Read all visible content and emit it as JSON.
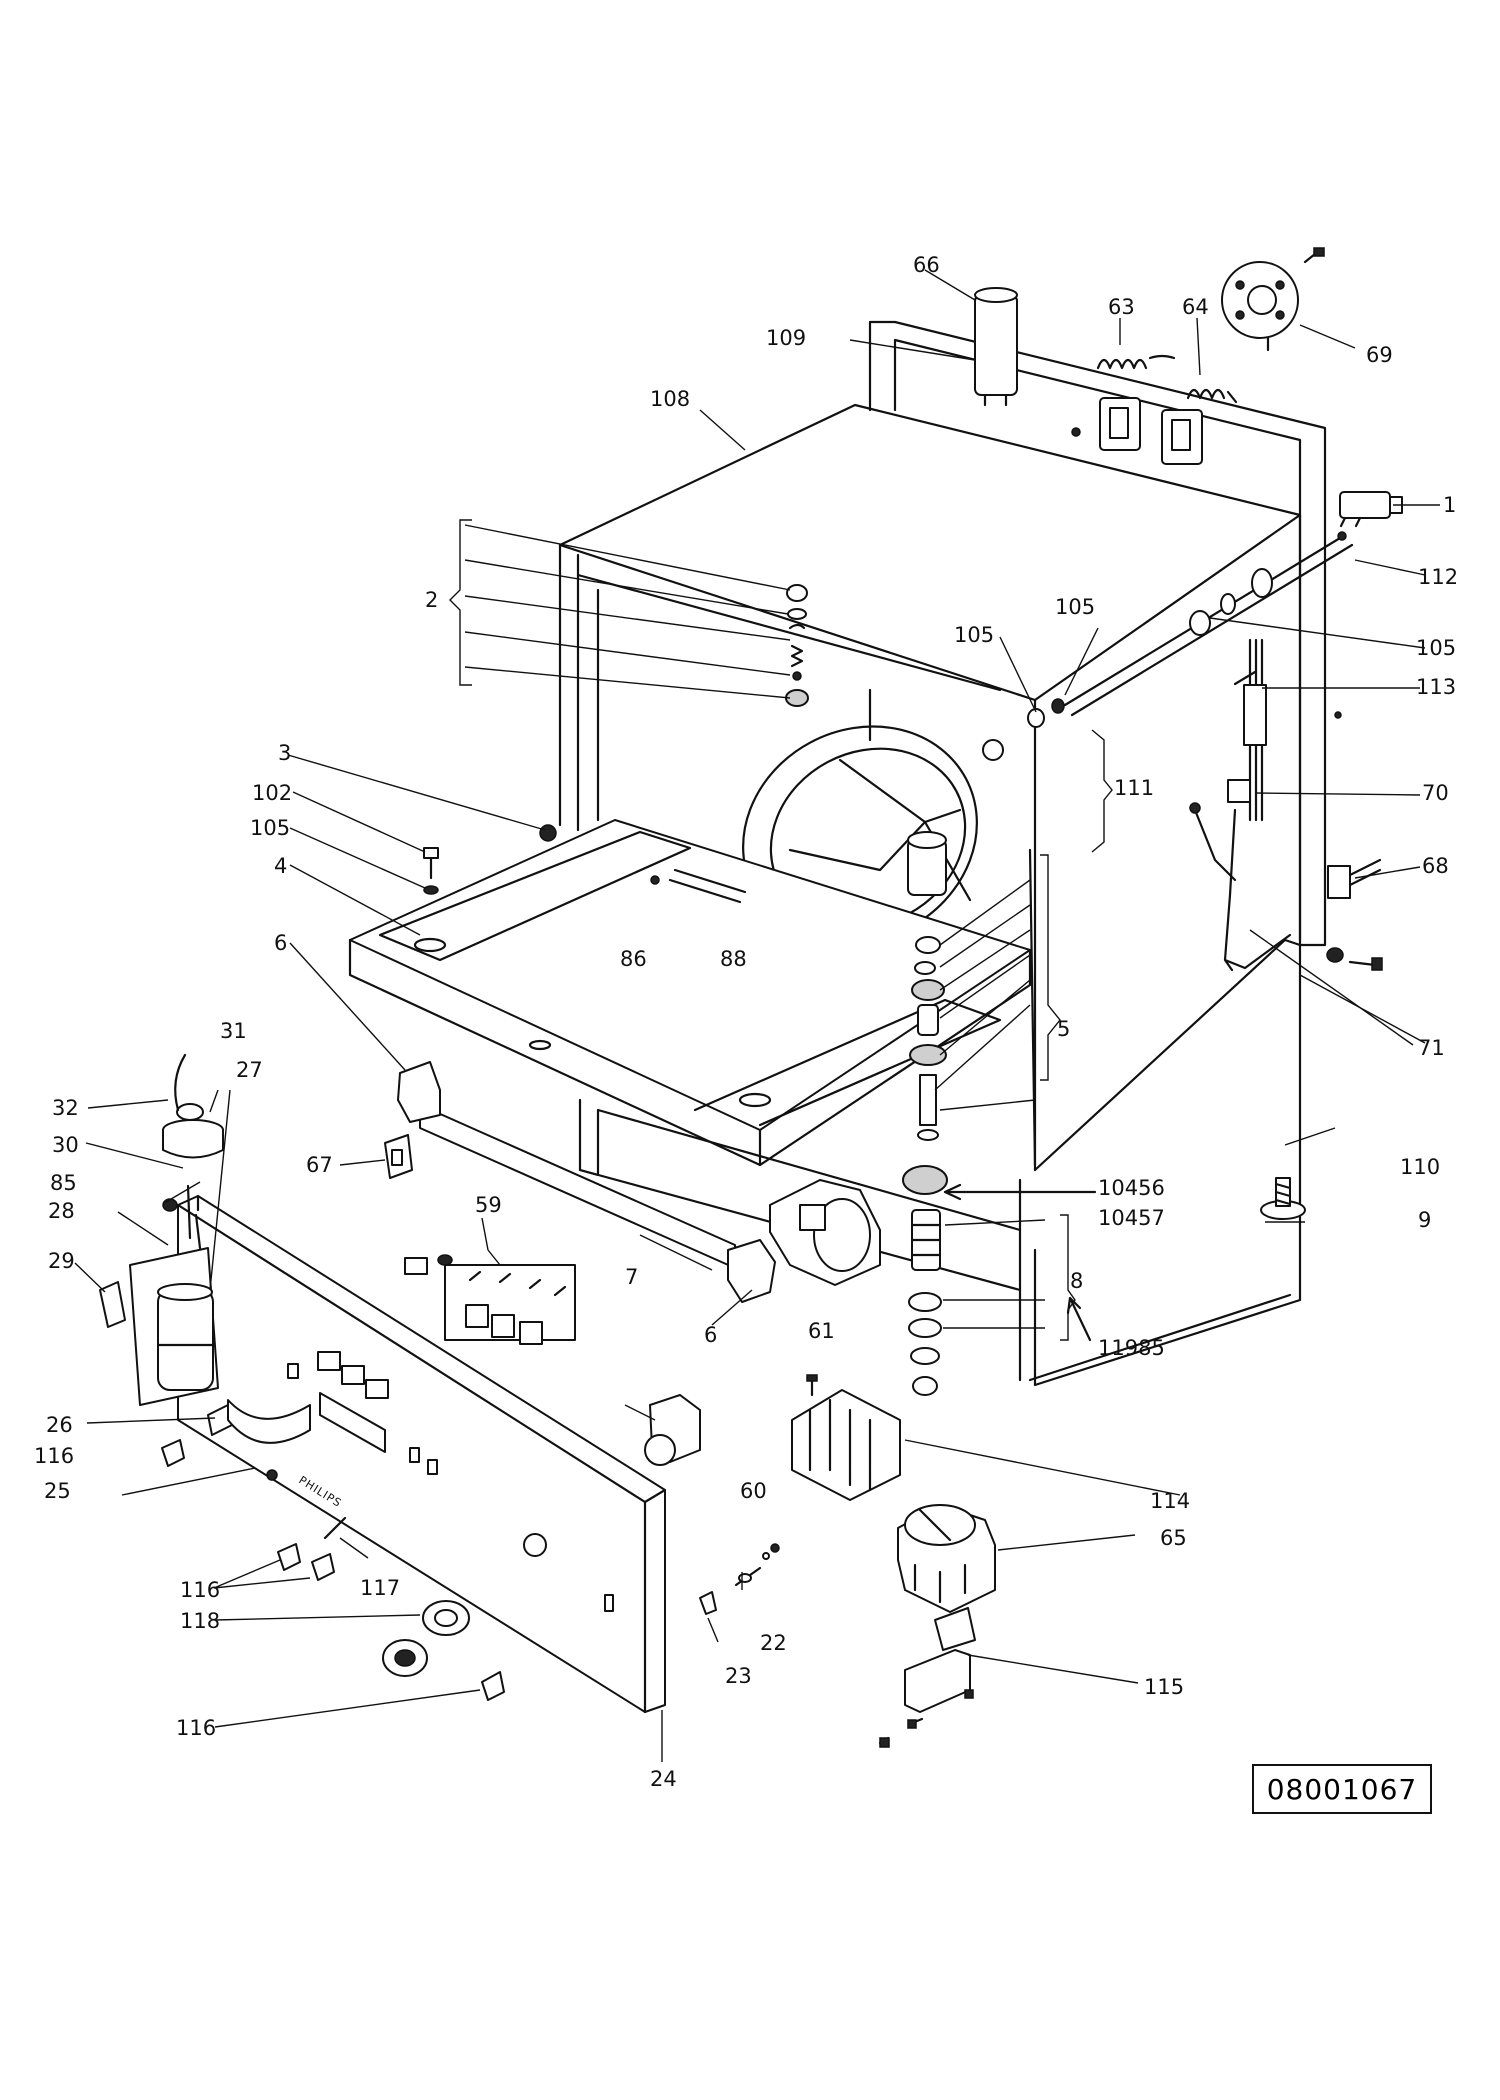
{
  "drawing": {
    "reference_number": "08001067",
    "brand_mark": "PHILIPS",
    "colors": {
      "ink": "#111111",
      "paper": "#ffffff"
    }
  },
  "labels": [
    {
      "id": "1",
      "text": "1"
    },
    {
      "id": "2",
      "text": "2"
    },
    {
      "id": "3",
      "text": "3"
    },
    {
      "id": "4",
      "text": "4"
    },
    {
      "id": "5",
      "text": "5"
    },
    {
      "id": "6a",
      "text": "6"
    },
    {
      "id": "6b",
      "text": "6"
    },
    {
      "id": "7",
      "text": "7"
    },
    {
      "id": "8",
      "text": "8"
    },
    {
      "id": "9",
      "text": "9"
    },
    {
      "id": "22",
      "text": "22"
    },
    {
      "id": "23",
      "text": "23"
    },
    {
      "id": "24",
      "text": "24"
    },
    {
      "id": "25",
      "text": "25"
    },
    {
      "id": "26",
      "text": "26"
    },
    {
      "id": "27",
      "text": "27"
    },
    {
      "id": "28",
      "text": "28"
    },
    {
      "id": "29",
      "text": "29"
    },
    {
      "id": "30",
      "text": "30"
    },
    {
      "id": "31",
      "text": "31"
    },
    {
      "id": "32",
      "text": "32"
    },
    {
      "id": "59",
      "text": "59"
    },
    {
      "id": "60",
      "text": "60"
    },
    {
      "id": "61",
      "text": "61"
    },
    {
      "id": "63",
      "text": "63"
    },
    {
      "id": "64",
      "text": "64"
    },
    {
      "id": "65",
      "text": "65"
    },
    {
      "id": "66",
      "text": "66"
    },
    {
      "id": "67",
      "text": "67"
    },
    {
      "id": "68",
      "text": "68"
    },
    {
      "id": "69",
      "text": "69"
    },
    {
      "id": "70",
      "text": "70"
    },
    {
      "id": "71",
      "text": "71"
    },
    {
      "id": "85",
      "text": "85"
    },
    {
      "id": "86",
      "text": "86"
    },
    {
      "id": "88",
      "text": "88"
    },
    {
      "id": "102",
      "text": "102"
    },
    {
      "id": "105a",
      "text": "105"
    },
    {
      "id": "105b",
      "text": "105"
    },
    {
      "id": "105c",
      "text": "105"
    },
    {
      "id": "105d",
      "text": "105"
    },
    {
      "id": "108",
      "text": "108"
    },
    {
      "id": "109",
      "text": "109"
    },
    {
      "id": "110",
      "text": "110"
    },
    {
      "id": "111",
      "text": "111"
    },
    {
      "id": "112",
      "text": "112"
    },
    {
      "id": "113",
      "text": "113"
    },
    {
      "id": "114",
      "text": "114"
    },
    {
      "id": "115",
      "text": "115"
    },
    {
      "id": "116a",
      "text": "116"
    },
    {
      "id": "116b",
      "text": "116"
    },
    {
      "id": "116c",
      "text": "116"
    },
    {
      "id": "117",
      "text": "117"
    },
    {
      "id": "118",
      "text": "118"
    },
    {
      "id": "10456",
      "text": "10456"
    },
    {
      "id": "10457",
      "text": "10457"
    },
    {
      "id": "11985",
      "text": "11985"
    }
  ]
}
